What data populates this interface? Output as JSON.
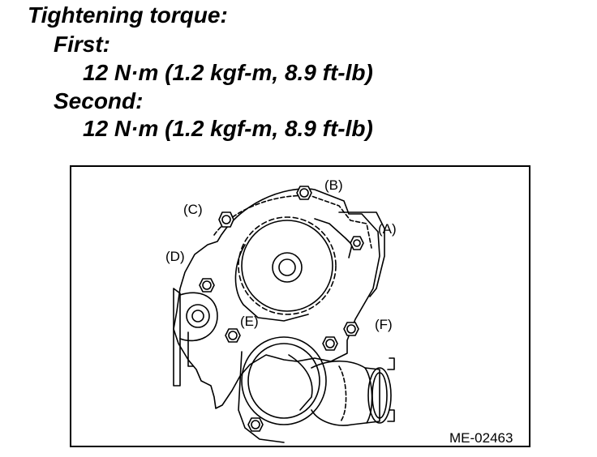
{
  "spec": {
    "heading": "Tightening torque:",
    "first_label": "First:",
    "first_value": "12 N·m (1.2 kgf-m, 8.9 ft-lb)",
    "second_label": "Second:",
    "second_value": "12 N·m (1.2 kgf-m, 8.9 ft-lb)"
  },
  "figure": {
    "id": "ME-02463",
    "callouts": {
      "a": "(A)",
      "b": "(B)",
      "c": "(C)",
      "d": "(D)",
      "e": "(E)",
      "f": "(F)"
    }
  }
}
